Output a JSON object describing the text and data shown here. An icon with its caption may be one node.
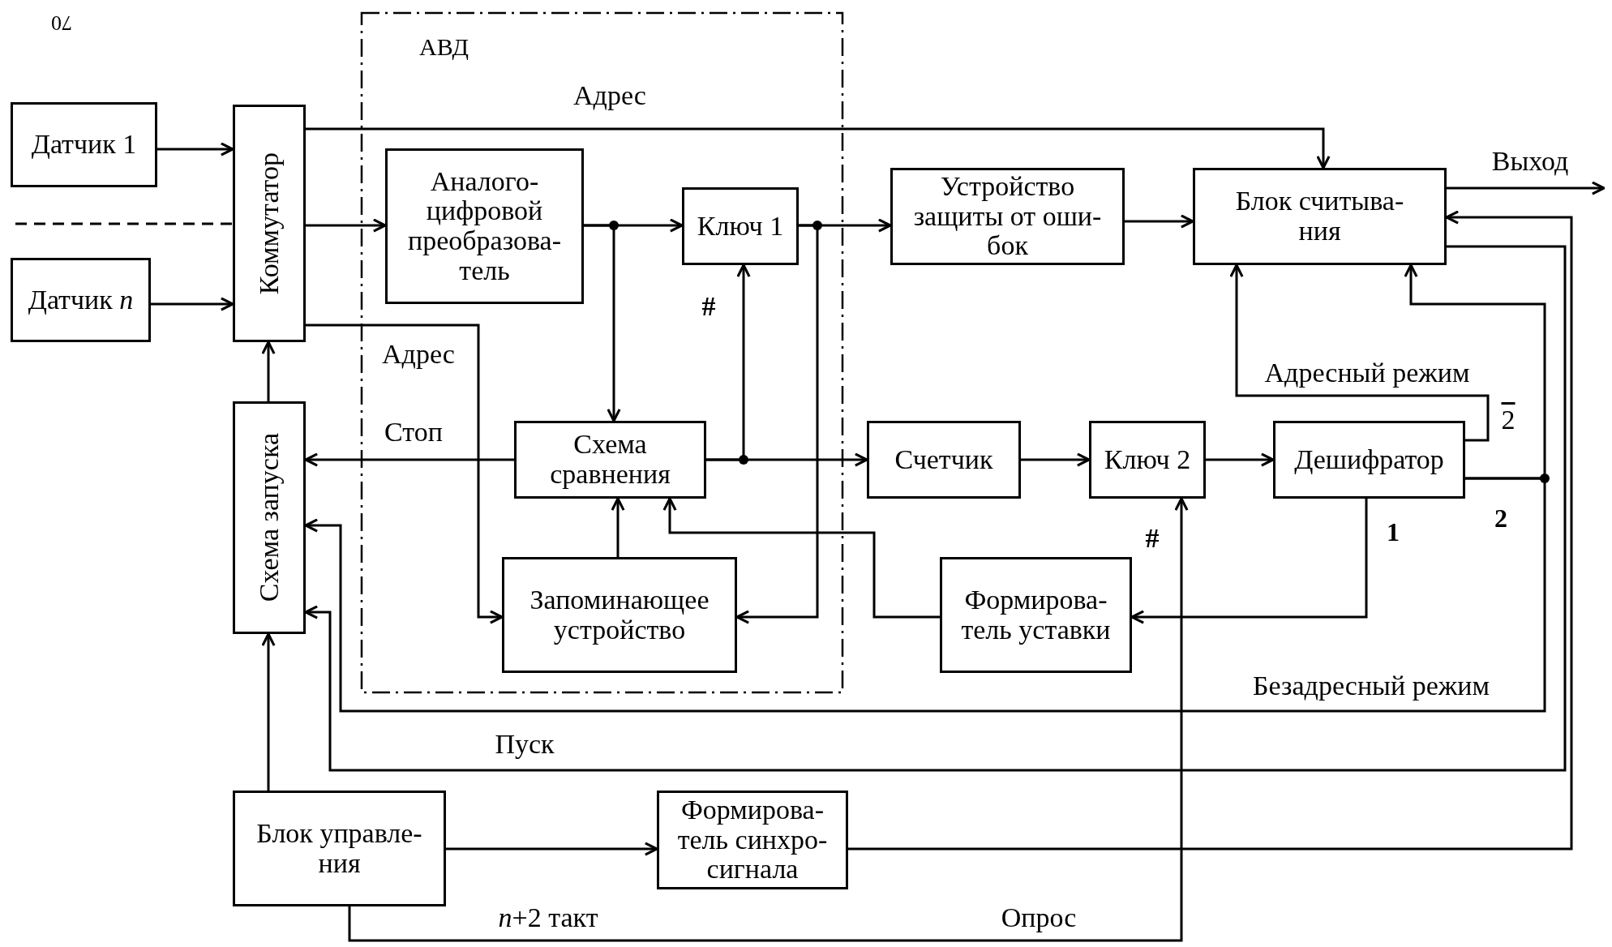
{
  "diagram": {
    "nodes": [
      {
        "text": [
          "Датчик 1"
        ]
      },
      {
        "text": [
          "Коммутатор"
        ]
      },
      {
        "text": [
          "АВД"
        ]
      },
      {
        "text": [
          "Аналого- цифровой преобразова- тель"
        ],
        "in": 2
      },
      {
        "text": [
          "Ключ 1"
        ],
        "in": 2
      },
      {
        "text": [
          "Устройство защиты от оши- бок"
        ]
      },
      {
        "text": [
          "Блок считыва- ния"
        ]
      },
      {
        "text": [
          "Датчик *n*"
        ]
      },
      {
        "text": [
          "Схема запуска"
        ]
      },
      {
        "text": [
          "Схема сравнения"
        ],
        "in": 2
      },
      {
        "text": [
          "Счетчик"
        ]
      },
      {
        "text": [
          "Ключ 2"
        ]
      },
      {
        "text": [
          "Дешифратор"
        ]
      },
      {
        "text": [
          "Запоминающее устройство"
        ],
        "in": 2
      },
      {
        "text": [
          "Формирова- тель уставки"
        ]
      },
      {
        "text": [
          "Блок управле- ния"
        ]
      },
      {
        "text": [
          "Формирова- тель синхро- сигнала"
        ]
      }
    ],
    "edges": [
      {
        "from": 0,
        "to": 1,
        "arrow": "to"
      },
      {
        "from": 7,
        "to": 1,
        "arrow": "to"
      },
      {
        "from": 1,
        "to": 3,
        "arrow": "to"
      },
      {
        "from": 1,
        "to": 6,
        "arrow": "to",
        "label": "Адрес"
      },
      {
        "from": 1,
        "to": 13,
        "arrow": "to",
        "label": "Адрес"
      },
      {
        "from": 8,
        "to": 1,
        "arrow": "to"
      },
      {
        "from": 3,
        "to": 4,
        "arrow": "to"
      },
      {
        "from": 3,
        "to": 9,
        "arrow": "to"
      },
      {
        "from": 4,
        "to": 5,
        "arrow": "to"
      },
      {
        "from": 4,
        "to": 13,
        "arrow": "to"
      },
      {
        "from": 9,
        "to": 8,
        "arrow": "to",
        "label": "Стоп"
      },
      {
        "from": 9,
        "to": 10,
        "arrow": "to"
      },
      {
        "from": 10,
        "to": 11,
        "arrow": "to"
      },
      {
        "from": 11,
        "to": 12,
        "arrow": "to"
      },
      {
        "from": 9,
        "to": 4,
        "arrow": "to"
      },
      {
        "from": 5,
        "to": 6,
        "arrow": "to"
      },
      {
        "from": 6,
        "to": null,
        "arrow": "to",
        "label": "Выход"
      },
      {
        "from": 16,
        "to": 6,
        "arrow": "to"
      },
      {
        "from": 6,
        "to": 8,
        "arrow": "to",
        "label": "Пуск"
      },
      {
        "from": 12,
        "to": 8,
        "arrow": "to",
        "label": "Безадресный режим"
      },
      {
        "from": 12,
        "to": 6,
        "arrow": "to",
        "label": "Адресный режим"
      },
      {
        "from": 12,
        "to": 6,
        "arrow": "to"
      },
      {
        "from": 12,
        "to": 14,
        "arrow": "to"
      },
      {
        "from": 14,
        "to": 9,
        "arrow": "to"
      },
      {
        "from": 13,
        "to": 9,
        "arrow": "to"
      },
      {
        "from": 15,
        "to": 8,
        "arrow": "to"
      },
      {
        "from": 15,
        "to": 16,
        "arrow": "to"
      },
      {
        "from": 15,
        "to": 11,
        "arrow": "to",
        "label": "Опрос"
      }
    ],
    "labels": [
      "70",
      "#",
      "2",
      "1",
      "2",
      "#",
      "*n*+2 такт"
    ]
  }
}
